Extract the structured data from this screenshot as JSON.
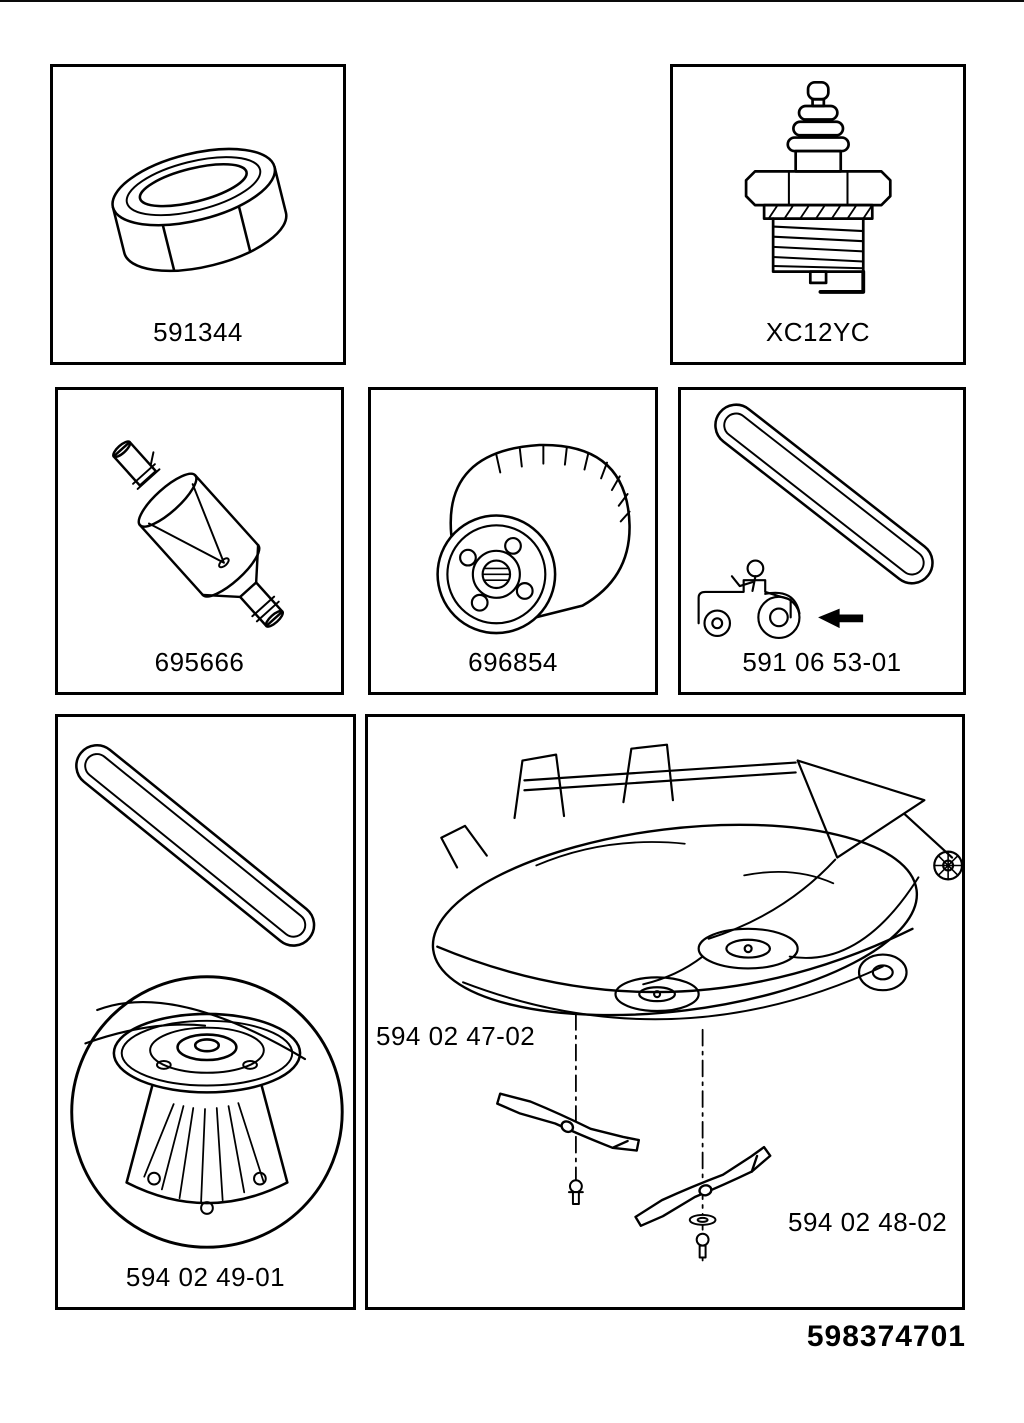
{
  "page": {
    "background": "#ffffff",
    "ink": "#000000",
    "footer_code": "598374701"
  },
  "panels": {
    "air_filter": {
      "label": "591344",
      "icon": "air-filter-cartridge"
    },
    "spark_plug": {
      "label": "XC12YC",
      "icon": "spark-plug"
    },
    "fuel_filter": {
      "label": "695666",
      "icon": "inline-fuel-filter"
    },
    "oil_filter": {
      "label": "696854",
      "icon": "oil-filter-canister"
    },
    "ground_drive_belt": {
      "label": "591 06 53-01",
      "icon": "v-belt-with-tractor"
    },
    "deck_belt_mandrel": {
      "label": "594 02 49-01",
      "icon": "deck-belt-and-mandrel"
    },
    "mower_deck": {
      "blade_left_label": "594 02 47-02",
      "blade_right_label": "594 02 48-02",
      "icon": "mower-deck-with-blades"
    }
  }
}
